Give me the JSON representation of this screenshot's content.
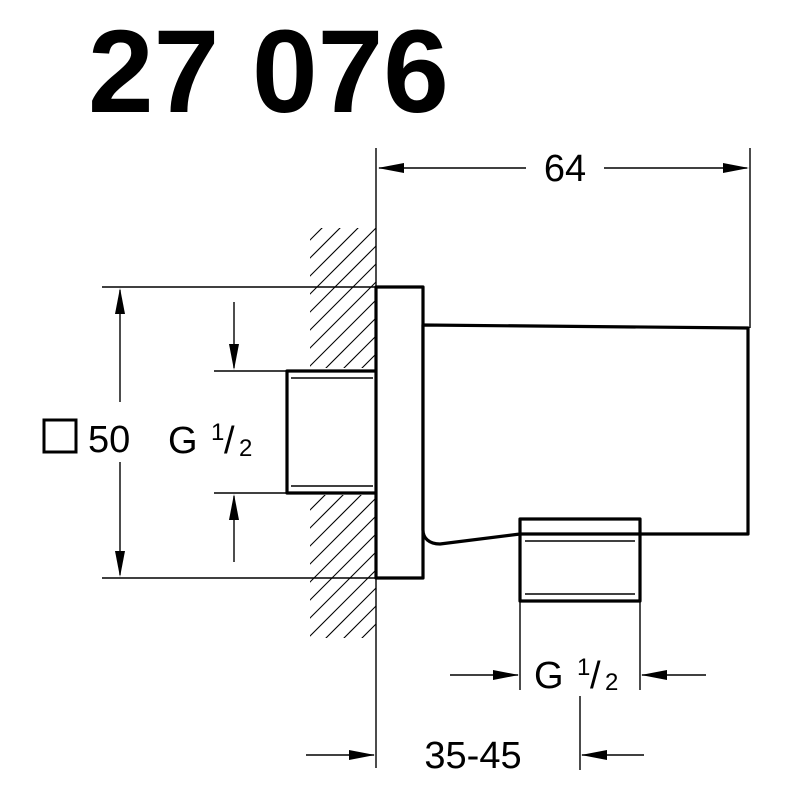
{
  "title": {
    "model_number": "27 076"
  },
  "dimensions": {
    "width": "64",
    "height_label": "50",
    "inlet_thread": {
      "base": "G",
      "numerator": "1",
      "denominator": "2"
    },
    "outlet_thread": {
      "base": "G",
      "numerator": "1",
      "denominator": "2"
    },
    "wall_offset": "35-45"
  }
}
